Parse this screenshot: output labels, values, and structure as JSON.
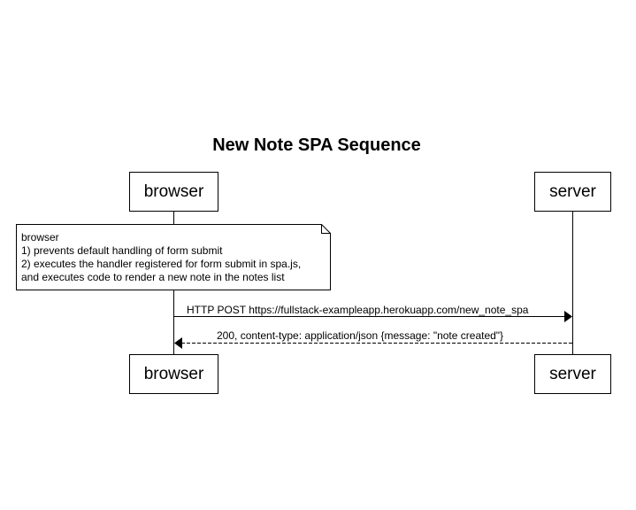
{
  "diagram": {
    "title": "New Note SPA Sequence",
    "participants": {
      "browser": "browser",
      "server": "server"
    },
    "note": {
      "attached_to": "browser",
      "lines": [
        "browser",
        "1) prevents default handling of form submit",
        "2) executes the handler registered for form submit in spa.js,",
        "and executes code to render a new note in the notes list"
      ]
    },
    "messages": [
      {
        "from": "browser",
        "to": "server",
        "label": "HTTP POST https://fullstack-exampleapp.herokuapp.com/new_note_spa",
        "style": "solid"
      },
      {
        "from": "server",
        "to": "browser",
        "label": "200, content-type: application/json {message: \"note created\"}",
        "style": "dashed"
      }
    ]
  }
}
